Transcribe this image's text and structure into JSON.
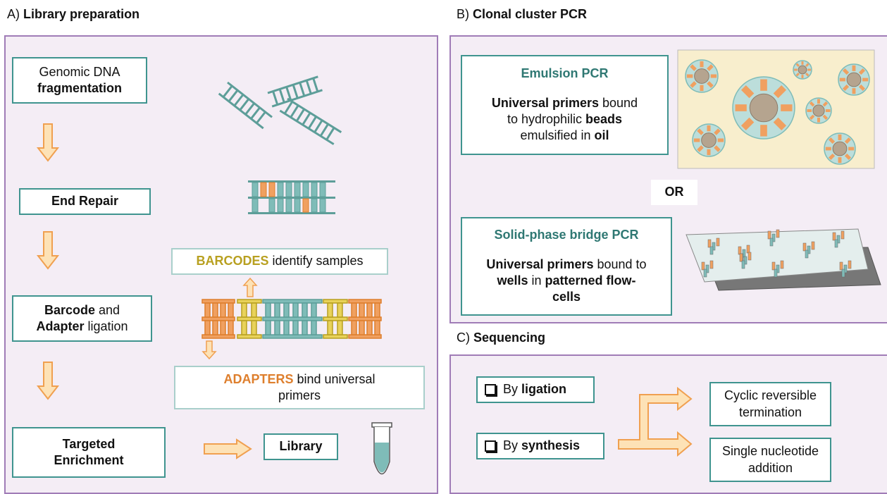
{
  "panelA": {
    "letter": "A)",
    "title": "Library preparation",
    "steps": {
      "fragmentation": {
        "line1": "Genomic DNA",
        "line2": "fragmentation"
      },
      "end_repair": "End Repair",
      "ligation": {
        "bold1": "Barcode",
        "rest1": " and",
        "bold2": "Adapter",
        "rest2": " ligation"
      },
      "enrichment": {
        "line1": "Targeted",
        "line2": "Enrichment"
      }
    },
    "barcodes": {
      "keyword": "BARCODES",
      "rest": " identify samples"
    },
    "adapters": {
      "keyword": "ADAPTERS",
      "rest1": " bind universal",
      "line2": "primers"
    },
    "library": "Library"
  },
  "panelB": {
    "letter": "B)",
    "title": "Clonal cluster PCR",
    "emulsion": {
      "title": "Emulsion PCR",
      "b1": "Universal primers",
      "r1": " bound",
      "r2a": "to hydrophilic ",
      "b2": "beads",
      "r3a": "emulsified in ",
      "b3": "oil"
    },
    "or": "OR",
    "bridge": {
      "title": "Solid-phase bridge PCR",
      "b1": "Universal primers",
      "r1": " bound to",
      "b2": "wells",
      "r2": " in ",
      "b3": "patterned flow-",
      "b4": "cells"
    }
  },
  "panelC": {
    "letter": "C)",
    "title": "Sequencing",
    "by_ligation": {
      "prefix": "By ",
      "keyword": "ligation"
    },
    "by_synthesis": {
      "prefix": "By ",
      "keyword": "synthesis"
    },
    "cyclic": {
      "line1": "Cyclic reversible",
      "line2": "termination"
    },
    "single": {
      "line1": "Single nucleotide",
      "line2": "addition"
    }
  },
  "colors": {
    "panel_bg": "#f4edf5",
    "panel_border": "#a07cb7",
    "box_border": "#3f948f",
    "dna_teal": "#7fbcb8",
    "adapter_orange": "#f0a060",
    "barcode_yellow": "#e8d25a",
    "arrow_fill": "#fde2b6",
    "arrow_stroke": "#f0a050",
    "emulsion_bg": "#f8eecd"
  },
  "icons": [
    "down-arrow-icon",
    "up-arrow-icon",
    "right-arrow-icon",
    "fork-arrow-icon",
    "tube-icon",
    "checkbox-icon",
    "dna-fragment-icon",
    "bead-icon",
    "flowcell-icon"
  ]
}
